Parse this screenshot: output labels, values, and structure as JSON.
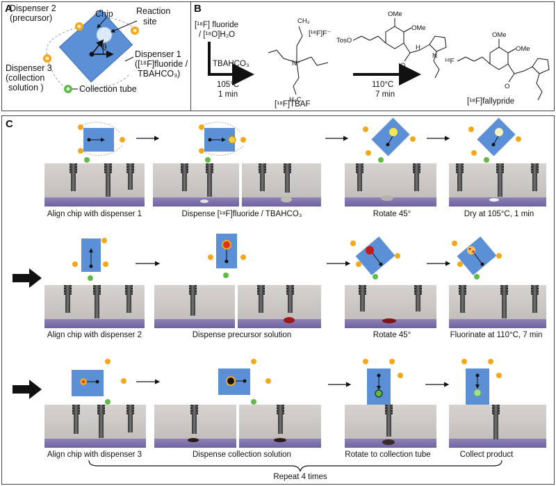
{
  "panels": {
    "a_label": "A",
    "b_label": "B",
    "c_label": "C"
  },
  "panel_a": {
    "dispenser2": "Dispenser 2",
    "dispenser2_sub": "(precursor)",
    "chip": "Chip",
    "reaction_site_1": "Reaction",
    "reaction_site_2": "site",
    "theta": "θ",
    "dispenser1": "Dispenser 1",
    "dispenser1_sub1": "([¹⁸F]fluoride /",
    "dispenser1_sub2": "TBAHCO₃)",
    "dispenser3": "Dispenser 3",
    "dispenser3_sub1": "(collection",
    "dispenser3_sub2": "solution )",
    "collection_tube": "Collection tube"
  },
  "panel_b": {
    "reagent_line1": "[¹⁸F] fluoride",
    "reagent_line2": "/ [¹⁸O]H₂O",
    "base": "TBAHCO₃",
    "cond1_temp": "105°C",
    "cond1_time": "1 min",
    "tbaf_label": "[¹⁸F]TBAF",
    "fluoride_ion": "[¹⁸F]F⁻",
    "cond2_temp": "110°C",
    "cond2_time": "7 min",
    "product_label": "[¹⁸F]fallypride",
    "tos_label": "TosO",
    "ome1": "OMe",
    "ome2": "OMe",
    "ome3": "OMe",
    "ome4": "OMe",
    "nh": "H",
    "n": "N",
    "o1": "O",
    "o2": "O",
    "f18": "¹⁸F",
    "n_plus": "N⁺",
    "h3c": "H₃C",
    "ch3": "CH₃"
  },
  "panel_c": {
    "row1_captions": [
      "Align chip with dispenser 1",
      "Dispense [¹⁸F]fluoride / TBAHCO₃",
      "Rotate 45°",
      "Dry at 105°C, 1 min"
    ],
    "row2_captions": [
      "Align chip with dispenser 2",
      "Dispense precursor solution",
      "Rotate 45°",
      "Fluorinate at 110°C, 7 min"
    ],
    "row3_captions": [
      "Align chip with dispenser 3",
      "Dispense collection solution",
      "Rotate to collection tube",
      "Collect product"
    ],
    "repeat_label": "Repeat 4 times"
  },
  "colors": {
    "chip_blue": "#5b8fd6",
    "dispenser_orange": "#f2a81d",
    "tube_green": "#5dbb46",
    "surface_purple": "#7a6cae"
  }
}
